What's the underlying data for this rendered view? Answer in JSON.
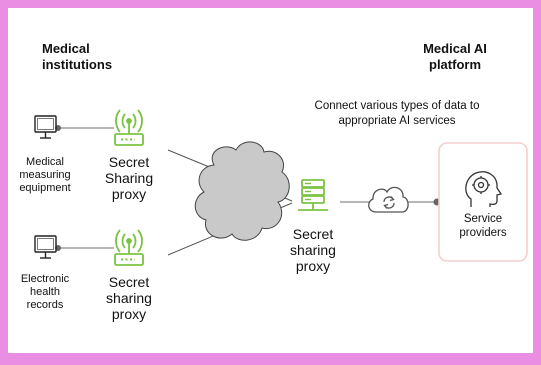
{
  "headings": {
    "institutions": [
      "Medical",
      "institutions"
    ],
    "platform": [
      "Medical AI",
      "platform"
    ]
  },
  "caption": [
    "Connect various types of data to",
    "appropriate AI services"
  ],
  "devices": {
    "measuring": [
      "Medical",
      "measuring",
      "equipment"
    ],
    "records": [
      "Electronic",
      "health",
      "records"
    ]
  },
  "proxies": {
    "top": [
      "Secret",
      "Sharing",
      "proxy"
    ],
    "bottom": [
      "Secret",
      "sharing",
      "proxy"
    ],
    "platform": [
      "Secret",
      "sharing",
      "proxy"
    ]
  },
  "service": [
    "Service",
    "providers"
  ],
  "colors": {
    "border": "#e98ee3",
    "green": "#7cc242",
    "cloud": "#c9c9c9",
    "service_border": "#f4cfd0"
  },
  "icons": [
    "monitor-icon",
    "wireless-router-icon",
    "server-icon",
    "cloud-sync-icon",
    "ai-head-icon",
    "network-cloud"
  ]
}
